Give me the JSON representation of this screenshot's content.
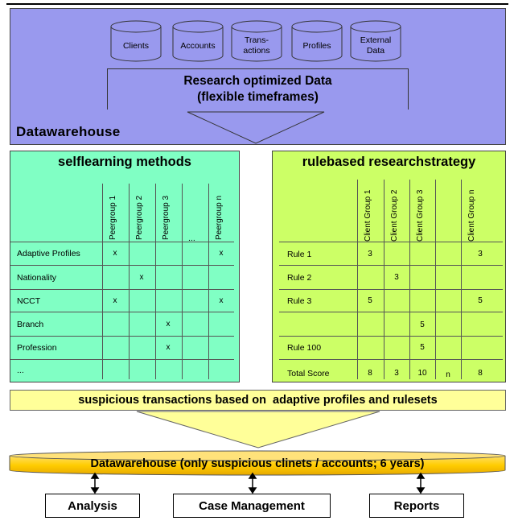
{
  "top": {
    "sources": [
      "Clients",
      "Accounts",
      "Trans-\nactions",
      "Profiles",
      "External\nData"
    ],
    "research_line1": "Research optimized Data",
    "research_line2": "(flexible timeframes)",
    "label": "Datawarehouse"
  },
  "self": {
    "title": "selflearning methods",
    "columns": [
      "Peergroup 1",
      "Peergroup 2",
      "Peergroup 3",
      "...",
      "Peergroup n"
    ],
    "rows": [
      {
        "label": "Adaptive Profiles",
        "cells": [
          "x",
          "",
          "",
          "",
          "x"
        ]
      },
      {
        "label": "Nationality",
        "cells": [
          "",
          "x",
          "",
          "",
          ""
        ]
      },
      {
        "label": "NCCT",
        "cells": [
          "x",
          "",
          "",
          "",
          "x"
        ]
      },
      {
        "label": "Branch",
        "cells": [
          "",
          "",
          "x",
          "",
          ""
        ]
      },
      {
        "label": "Profession",
        "cells": [
          "",
          "",
          "x",
          "",
          ""
        ]
      },
      {
        "label": "...",
        "cells": [
          "",
          "",
          "",
          "",
          ""
        ]
      }
    ]
  },
  "rule": {
    "title": "rulebased researchstrategy",
    "columns": [
      "Client Group 1",
      "Client Group 2",
      "Client Group 3",
      "",
      "Client Group n"
    ],
    "rows": [
      {
        "label": "Rule 1",
        "cells": [
          "3",
          "",
          "",
          "",
          "3"
        ]
      },
      {
        "label": "Rule 2",
        "cells": [
          "",
          "3",
          "",
          "",
          ""
        ]
      },
      {
        "label": "Rule 3",
        "cells": [
          "5",
          "",
          "",
          "",
          "5"
        ]
      },
      {
        "label": "",
        "cells": [
          "",
          "",
          "5",
          "",
          ""
        ]
      },
      {
        "label": "Rule 100",
        "cells": [
          "",
          "",
          "5",
          "",
          ""
        ]
      },
      {
        "label": "Total Score",
        "cells": [
          "8",
          "3",
          "10",
          "n",
          "8"
        ]
      }
    ]
  },
  "suspicious_bar": "suspicious transactions based on  adaptive profiles and rulesets",
  "dw_bottom": "Datawarehouse (only suspicious clinets / accounts; 6 years)",
  "outputs": [
    "Analysis",
    "Case Management",
    "Reports"
  ],
  "colors": {
    "dw": "#9999ee",
    "self": "#80ffc4",
    "rule": "#ccff66",
    "susp": "#ffff99",
    "dw_bottom": "#ffcc00"
  }
}
